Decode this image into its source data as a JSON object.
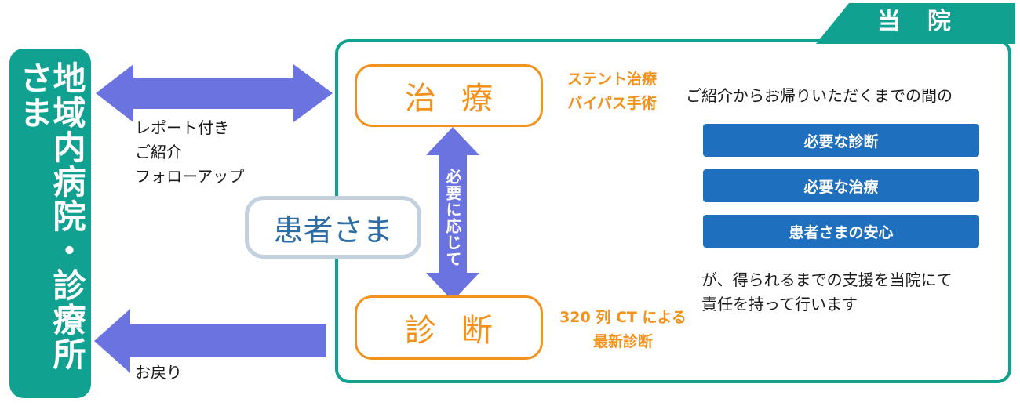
{
  "colors": {
    "teal": "#11a191",
    "orange": "#f2921d",
    "arrow": "#6a73df",
    "blue": "#1f6fbf",
    "patient_border": "#c3d1df",
    "patient_text": "#2d6ea6"
  },
  "left_bar": {
    "label": "地域内病院・診療所さま"
  },
  "hospital": {
    "title": "当院",
    "treatment_box": "治療",
    "diagnosis_box": "診断",
    "treatment_note": [
      "ステント治療",
      "バイパス手術"
    ],
    "diagnosis_note": [
      "320 列 CT による",
      "最新診断"
    ],
    "vertical_arrow_label": "必要に応じて"
  },
  "patient": {
    "label": "患者さま"
  },
  "left_labels": [
    "レポート付き",
    "ご紹介",
    "フォローアップ"
  ],
  "return_label": "お戻り",
  "right_panel": {
    "intro": "ご紹介からお帰りいただくまでの間の",
    "items": [
      "必要な診断",
      "必要な治療",
      "患者さまの安心"
    ],
    "outro": [
      "が、得られるまでの支援を当院にて",
      "責任を持って行います"
    ]
  }
}
